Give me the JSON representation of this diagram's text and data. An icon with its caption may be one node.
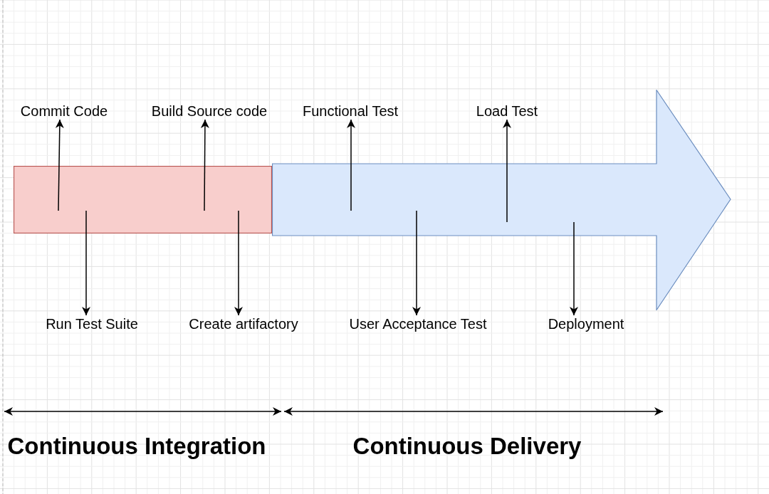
{
  "diagram": {
    "nodes": [
      {
        "text": [],
        "shape": "box"
      },
      {
        "text": [],
        "shape": "arrow"
      },
      {
        "text": [
          "Commit Code"
        ]
      },
      {
        "text": [
          "Build Source code"
        ]
      },
      {
        "text": [
          "Functional Test"
        ]
      },
      {
        "text": [
          "Load Test"
        ]
      },
      {
        "text": [
          "Run Test Suite"
        ]
      },
      {
        "text": [
          "Create artifactory"
        ]
      },
      {
        "text": [
          "User Acceptance Test"
        ]
      },
      {
        "text": [
          "Deployment"
        ]
      }
    ],
    "edges": [
      {
        "from": 0,
        "to": 2,
        "arrow": "to"
      },
      {
        "from": 0,
        "to": 3,
        "arrow": "to"
      },
      {
        "from": 1,
        "to": 4,
        "arrow": "to"
      },
      {
        "from": 1,
        "to": 5,
        "arrow": "to"
      },
      {
        "from": 0,
        "to": 6,
        "arrow": "to"
      },
      {
        "from": 0,
        "to": 7,
        "arrow": "to"
      },
      {
        "from": 1,
        "to": 8,
        "arrow": "to"
      },
      {
        "from": 1,
        "to": 9,
        "arrow": "to"
      }
    ],
    "labels": [
      "Continuous Integration",
      "Continuous Delivery"
    ]
  }
}
